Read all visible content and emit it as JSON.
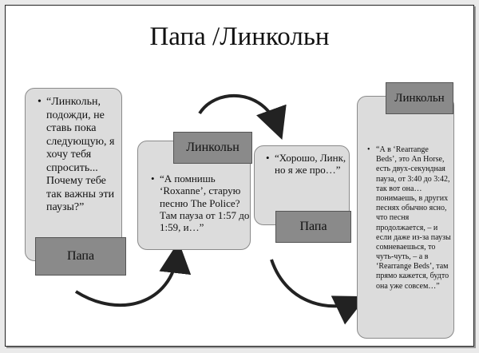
{
  "title": "Папа /Линкольн",
  "blocks": [
    {
      "speaker": "Папа",
      "text": "“Линкольн, подожди, не ставь пока следующую, я хочу тебя спросить... Почему тебе так важны эти паузы?”"
    },
    {
      "speaker": "Линкольн",
      "text": "“А помнишь ‘Roxanne’, старую песню The Police? Там пауза от 1:57 до 1:59, и…”"
    },
    {
      "speaker": "Папа",
      "text": "“Хорошо, Линк, но я же про…”"
    },
    {
      "speaker": "Линкольн",
      "text": "“А в ‘Rearrange Beds’, это An Horse, есть двух-секундная пауза, от 3:40 до 3:42, так вот она… понимаешь, в других песнях обычно ясно, что песня продолжается, – и если даже из-за паузы сомневаешься, то чуть-чуть, – а в ‘Rearrange Beds’, там прямо кажется, будто она уже совсем…”"
    }
  ]
}
